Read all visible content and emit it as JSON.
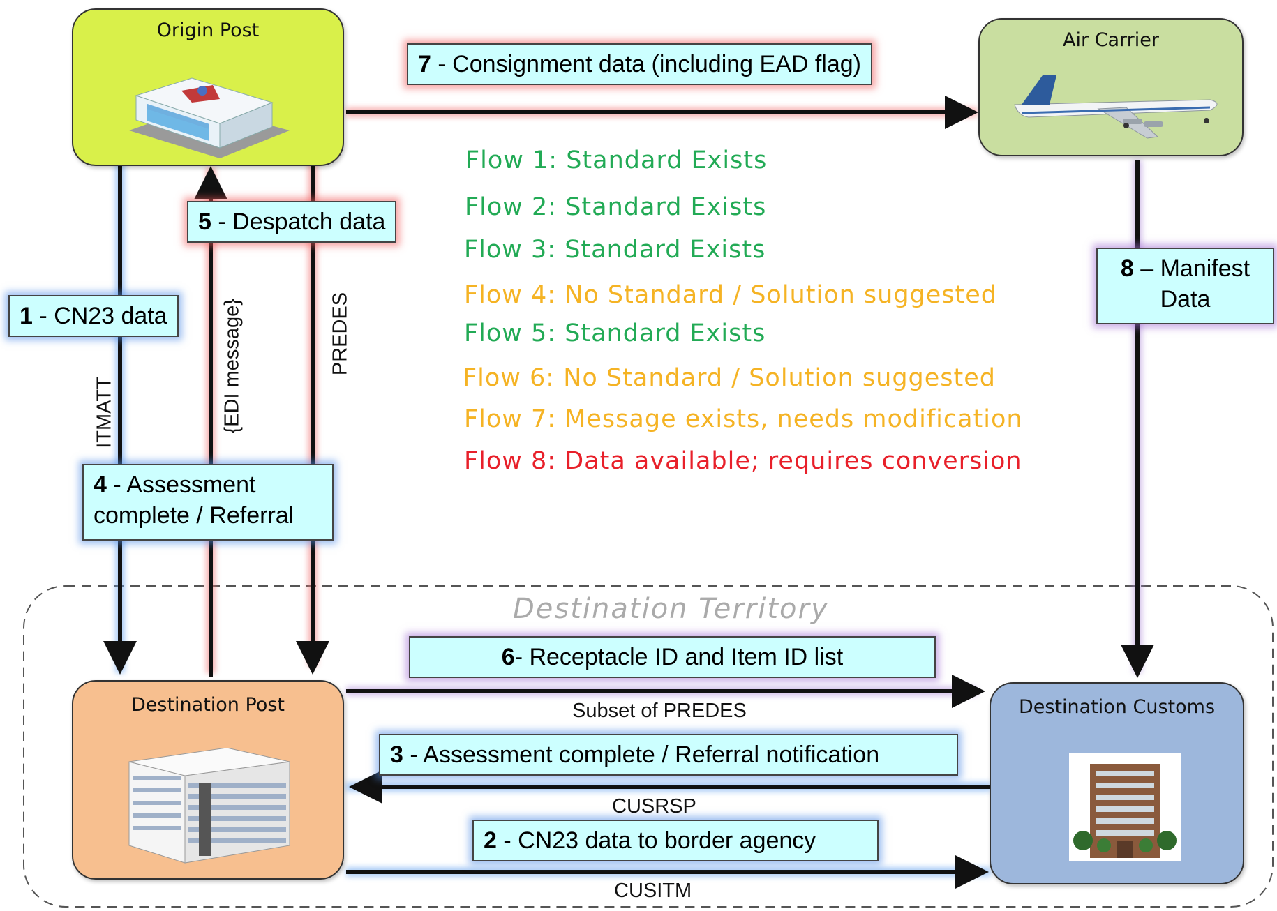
{
  "nodes": {
    "origin_post": "Origin Post",
    "air_carrier": "Air Carrier",
    "destination_post": "Destination Post",
    "destination_customs": "Destination Customs"
  },
  "territory_label": "Destination Territory",
  "labels": {
    "flow7": {
      "num": "7",
      "text": " - Consignment data (including EAD flag)"
    },
    "flow5": {
      "num": "5",
      "text": " - Despatch data"
    },
    "flow1": {
      "num": "1",
      "text": " - CN23 data"
    },
    "flow4": {
      "num": "4",
      "line1": " - Assessment",
      "line2": "complete / Referral"
    },
    "flow8": {
      "num": "8",
      "line1": " – Manifest",
      "line2": "Data"
    },
    "flow6": {
      "num": "6",
      "text": "- Receptacle ID and Item ID list"
    },
    "flow3": {
      "num": "3",
      "text": " - Assessment complete / Referral notification"
    },
    "flow2": {
      "num": "2",
      "text": " - CN23 data to border agency"
    }
  },
  "messages": {
    "itmatt": "ITMATT",
    "edi": "{EDI message}",
    "predes": "PREDES",
    "subset_predes": "Subset of PREDES",
    "cusrsp": "CUSRSP",
    "cusitm": "CUSITM"
  },
  "legend": [
    {
      "text": "Flow 1:  Standard Exists",
      "color": "#22aa55"
    },
    {
      "text": "Flow 2:  Standard Exists",
      "color": "#22aa55"
    },
    {
      "text": "Flow 3:  Standard Exists",
      "color": "#22aa55"
    },
    {
      "text": "Flow 4:  No Standard / Solution suggested",
      "color": "#f5b324"
    },
    {
      "text": "Flow 5:  Standard Exists",
      "color": "#22aa55"
    },
    {
      "text": "Flow 6:  No Standard / Solution suggested",
      "color": "#f5b324"
    },
    {
      "text": "Flow 7:  Message exists, needs modification",
      "color": "#f5b324"
    },
    {
      "text": "Flow 8:  Data available; requires conversion",
      "color": "#e8202a"
    }
  ],
  "colors": {
    "origin_post_fill": "#d9f04a",
    "air_carrier_fill": "#c9dea0",
    "destination_post_fill": "#f7bf8f",
    "destination_customs_fill": "#9db7dc",
    "label_fill": "#ccffff",
    "standard_exists": "#22aa55",
    "needs_solution": "#f5b324",
    "needs_conversion": "#e8202a"
  }
}
